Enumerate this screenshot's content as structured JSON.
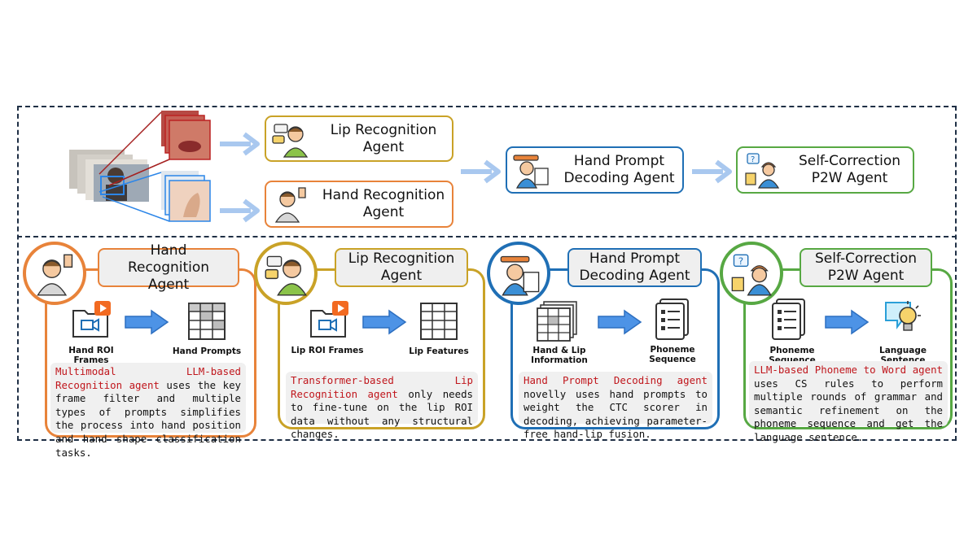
{
  "top": {
    "lip_agent": "Lip Recognition Agent",
    "hand_agent": "Hand Recognition Agent",
    "hand_prompt_agent": "Hand Prompt Decoding Agent",
    "self_correction_agent": "Self-Correction P2W Agent"
  },
  "cards": {
    "hand": {
      "title": "Hand Recognition Agent",
      "input_label": "Hand ROI Frames",
      "output_label": "Hand Prompts",
      "desc_highlight": "Multimodal LLM-based Recognition agent",
      "desc_rest": " uses the key frame filter and multiple types of prompts simplifies the process into hand position and hand shape classification tasks."
    },
    "lip": {
      "title": "Lip Recognition Agent",
      "input_label": "Lip ROI Frames",
      "output_label": "Lip Features",
      "desc_highlight": "Transformer-based Lip Recognition agent",
      "desc_rest": " only needs to fine-tune on the lip ROI data without any structural changes."
    },
    "prompt": {
      "title": "Hand Prompt Decoding Agent",
      "input_label": "Hand & Lip Information",
      "output_label": "Phoneme Sequence",
      "desc_highlight": "Hand Prompt Decoding agent",
      "desc_rest": " novelly uses hand prompts to weight the CTC scorer in decoding, achieving parameter-free hand-lip fusion."
    },
    "p2w": {
      "title": "Self-Correction P2W Agent",
      "input_label": "Phoneme Sequence",
      "output_label": "Language Sentence",
      "desc_highlight": "LLM-based Phoneme to Word agent",
      "desc_rest": " uses CS rules to perform multiple rounds of grammar and semantic refinement on the phoneme sequence and get the language sentence."
    }
  },
  "colors": {
    "orange": "#e8833a",
    "gold": "#c9a227",
    "blue": "#1f6fb5",
    "green": "#57a843",
    "arrow": "#4d93e6",
    "highlight": "#c0161c"
  },
  "icons": [
    "video-frames-icon",
    "play-icon",
    "grid-icon",
    "document-icon",
    "lightbulb-icon",
    "agent-avatar-icon"
  ]
}
